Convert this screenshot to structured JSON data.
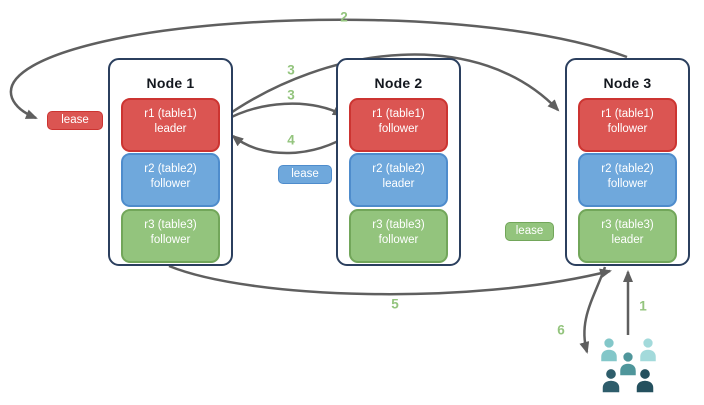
{
  "diagram": {
    "nodes": [
      {
        "title": "Node 1",
        "replicas": [
          {
            "name": "r1 (table1)",
            "role": "leader"
          },
          {
            "name": "r2 (table2)",
            "role": "follower"
          },
          {
            "name": "r3 (table3)",
            "role": "follower"
          }
        ]
      },
      {
        "title": "Node 2",
        "replicas": [
          {
            "name": "r1 (table1)",
            "role": "follower"
          },
          {
            "name": "r2 (table2)",
            "role": "leader"
          },
          {
            "name": "r3 (table3)",
            "role": "follower"
          }
        ]
      },
      {
        "title": "Node 3",
        "replicas": [
          {
            "name": "r1 (table1)",
            "role": "follower"
          },
          {
            "name": "r2 (table2)",
            "role": "follower"
          },
          {
            "name": "r3 (table3)",
            "role": "leader"
          }
        ]
      }
    ],
    "leases": {
      "red": "lease",
      "blue": "lease",
      "green": "lease"
    },
    "steps": {
      "1": "1",
      "2": "2",
      "3a": "3",
      "3b": "3",
      "4": "4",
      "5": "5",
      "6": "6"
    },
    "icons": {
      "users": "users-icon"
    },
    "colors": {
      "replica_red": "#db5552",
      "replica_red_border": "#cc3431",
      "replica_blue": "#6fa8dc",
      "replica_blue_border": "#4e8ccc",
      "replica_green": "#93c47d",
      "replica_green_border": "#72a65a",
      "node_border": "#2b3f5e",
      "arrow": "#5f5f5f",
      "step_label": "#93c47d",
      "users_light_teal": "#a3dadb",
      "users_teal": "#4f969b",
      "users_dark_teal": "#2e5d6b"
    }
  }
}
